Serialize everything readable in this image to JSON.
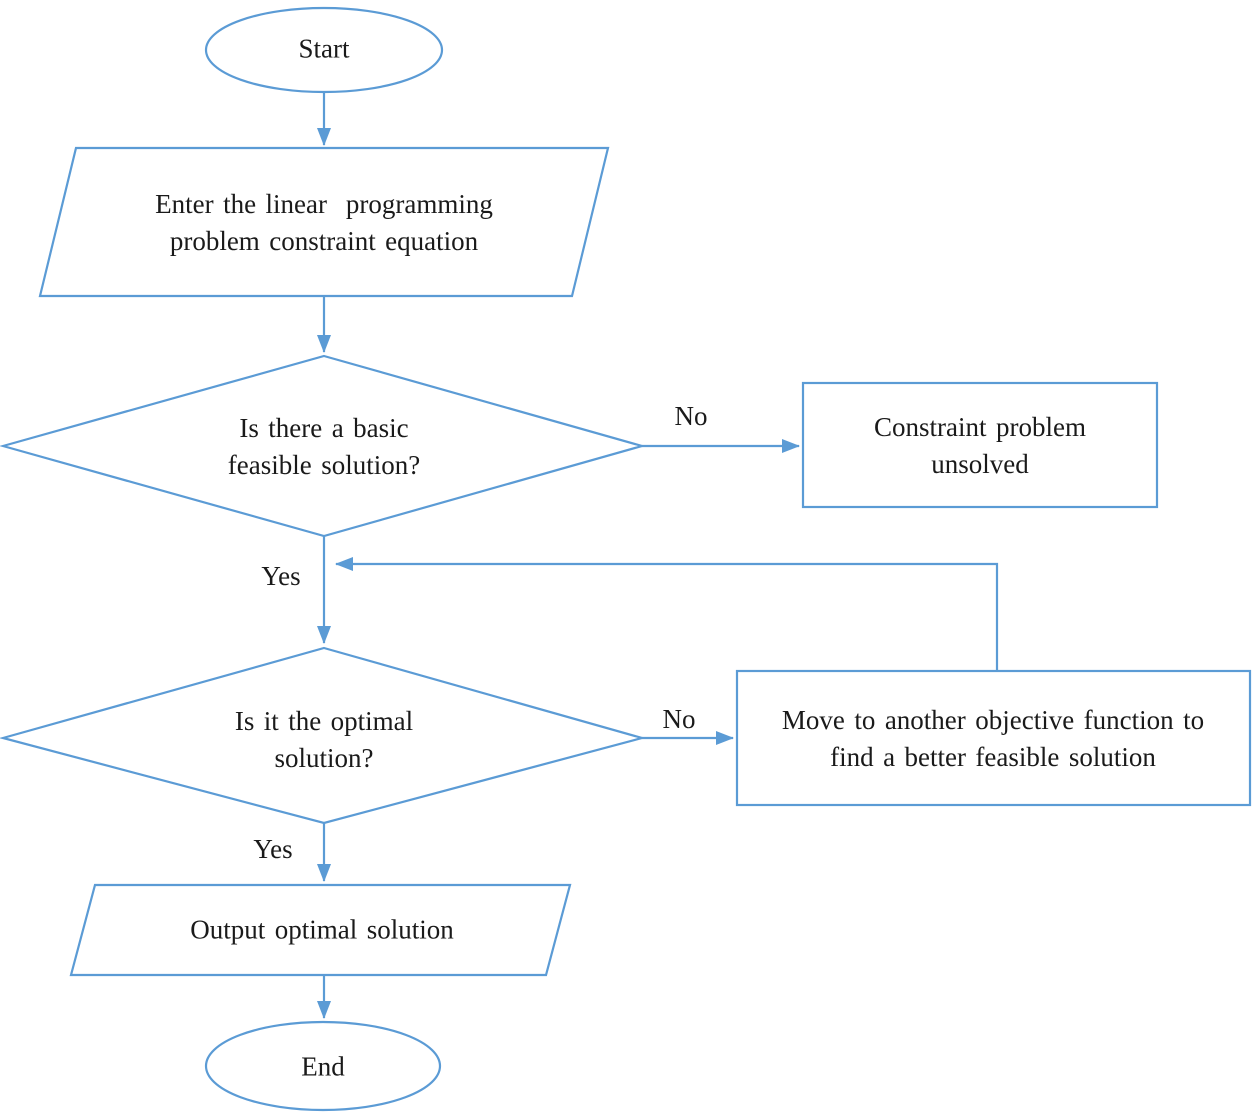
{
  "diagram": {
    "type": "flowchart",
    "accent_color": "#5B9BD5",
    "text_color": "#1a1a1a",
    "nodes": {
      "start": {
        "type": "terminator",
        "label": "Start"
      },
      "input_constraints": {
        "type": "data-parallelogram",
        "label": "Enter the linear  programming\nproblem constraint equation"
      },
      "decision_basic_feasible": {
        "type": "decision-diamond",
        "label": "Is there a basic\nfeasible solution?"
      },
      "constraint_unsolved": {
        "type": "process-rectangle",
        "label": "Constraint problem\nunsolved"
      },
      "decision_optimal": {
        "type": "decision-diamond",
        "label": "Is it the optimal\nsolution?"
      },
      "move_objective": {
        "type": "process-rectangle",
        "label": "Move to another objective function to\nfind a better feasible solution"
      },
      "output_solution": {
        "type": "data-parallelogram",
        "label": "Output optimal solution"
      },
      "end": {
        "type": "terminator",
        "label": "End"
      }
    },
    "edges": {
      "no1": "No",
      "yes1": "Yes",
      "no2": "No",
      "yes2": "Yes"
    }
  }
}
